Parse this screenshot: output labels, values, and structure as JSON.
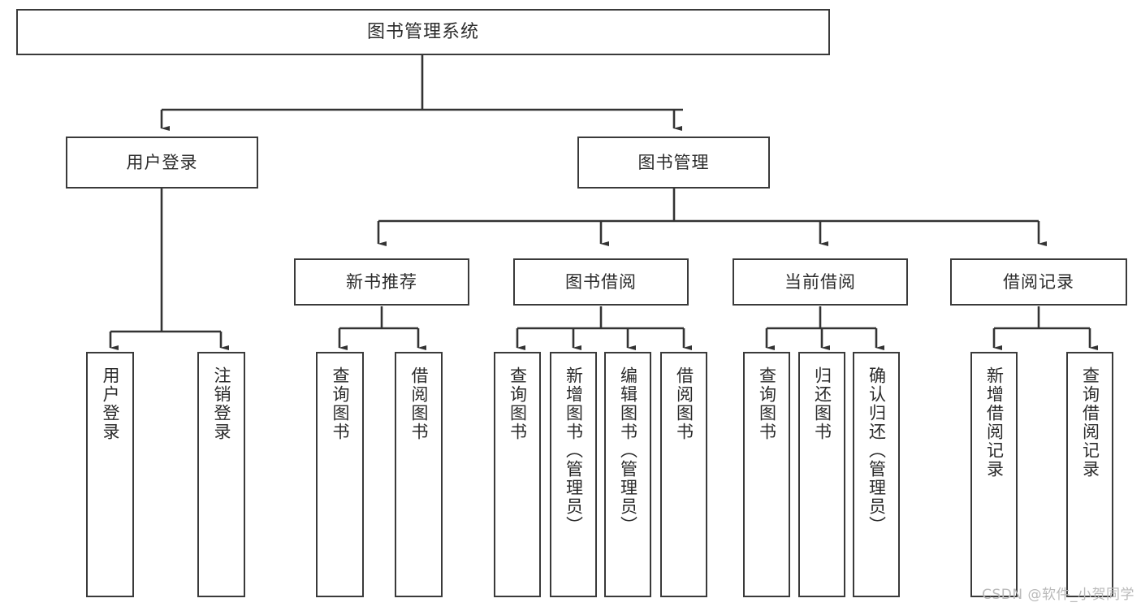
{
  "diagram": {
    "title": "图书管理系统",
    "type": "tree-hierarchy",
    "colors": {
      "box_border": "#3a3a3a",
      "box_fill": "#ffffff",
      "edge": "#333333",
      "text": "#2b2b2b",
      "watermark": "#b9b9b9"
    },
    "levels": {
      "root": {
        "label": "图书管理系统"
      },
      "level2": [
        {
          "label": "用户登录"
        },
        {
          "label": "图书管理"
        }
      ],
      "level3": [
        {
          "label": "新书推荐"
        },
        {
          "label": "图书借阅"
        },
        {
          "label": "当前借阅"
        },
        {
          "label": "借阅记录"
        }
      ],
      "leaves": {
        "user_login": [
          {
            "label": "用户登录"
          },
          {
            "label": "注销登录"
          }
        ],
        "new_book_recommend": [
          {
            "label": "查询图书"
          },
          {
            "label": "借阅图书"
          }
        ],
        "book_borrow": [
          {
            "label": "查询图书"
          },
          {
            "label": "新增图书（管理员）"
          },
          {
            "label": "编辑图书（管理员）"
          },
          {
            "label": "借阅图书"
          }
        ],
        "current_borrow": [
          {
            "label": "查询图书"
          },
          {
            "label": "归还图书"
          },
          {
            "label": "确认归还（管理员）"
          }
        ],
        "borrow_record": [
          {
            "label": "新增借阅记录"
          },
          {
            "label": "查询借阅记录"
          }
        ]
      }
    }
  },
  "watermark": {
    "text": "CSDN @软件_小贺同学"
  }
}
